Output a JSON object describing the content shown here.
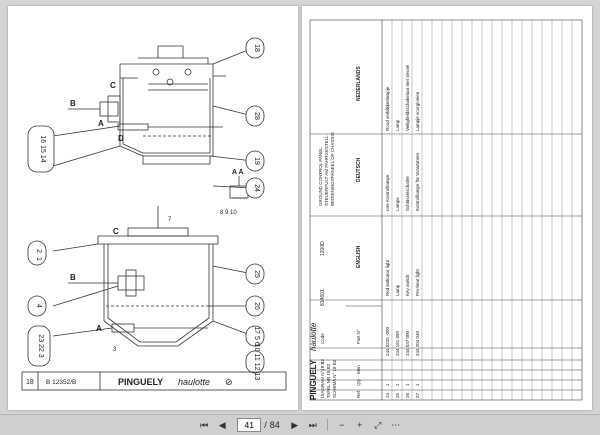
{
  "left_page": {
    "footer": {
      "page_no": "18",
      "ref": "B 12352/B",
      "brand_pinguely": "PINGUELY",
      "brand_haulotte": "haulotte"
    },
    "callouts": {
      "c18": "18",
      "c28": "28",
      "c19": "19",
      "c24": "24",
      "c16_15_14": "16 15 14",
      "c25": "25",
      "c26": "26",
      "c21a": "2",
      "c21b": "1",
      "c4": "4",
      "c7": "7",
      "c3": "3",
      "c23_22_3": "23 22 3",
      "c8_9_10": "8 9 10",
      "c17_5_6": "17 5 6",
      "c10_11_12_13": "10 11 12 13"
    },
    "section_labels": {
      "A1": "A",
      "A2": "A",
      "B1": "B",
      "B2": "B",
      "C1": "C",
      "C2": "C",
      "D": "D",
      "AA": "A A"
    }
  },
  "right_page": {
    "header": {
      "brand_pinguely": "PINGUELY",
      "brand_haulotte": "haulotte",
      "diagram": "DIAGRAM N°18 B2",
      "tafel": "TAFEL NR 18 B2",
      "schema": "SCHEMA N° 18 B2",
      "code_label": "Code",
      "code_value": "814601",
      "model": "1200D",
      "title_fr": "GROUND CONTROL PANEL",
      "title_de": "STEUERPULT AM FAHRGESTELL",
      "title_nl": "BEDIENINGSPANEEL OP CHASSIS"
    },
    "columns": {
      "ref": "Ref.",
      "qty": "Qty",
      "men": "Men",
      "part_no": "Part N°",
      "english": "ENGLISH",
      "deutsch": "DEUTSCH",
      "nederlands": "NEDERLANDS"
    },
    "rows": [
      {
        "ref": "24",
        "qty": "1",
        "part": "244 0225 -000",
        "en": "Red indicator light",
        "de": "rote Kontrolllampe",
        "nl": "Rood verklikkerlampje"
      },
      {
        "ref": "25",
        "qty": "1",
        "part": "244 181 050",
        "en": "Lamp",
        "de": "Lampe",
        "nl": "Lamp"
      },
      {
        "ref": "26",
        "qty": "1",
        "part": "244 037 000",
        "en": "Key switch",
        "de": "Schlüsselschalter",
        "nl": "Veiligheidsschakelaar met sleutel"
      },
      {
        "ref": "27",
        "qty": "1",
        "part": "244 204 040",
        "en": "Pre-heat light",
        "de": "Kontrolllampe für Vorwärmen",
        "nl": "Lampje voorgloeien"
      }
    ]
  },
  "toolbar": {
    "current_page": "41",
    "page_separator": "/",
    "total_pages": "84"
  }
}
